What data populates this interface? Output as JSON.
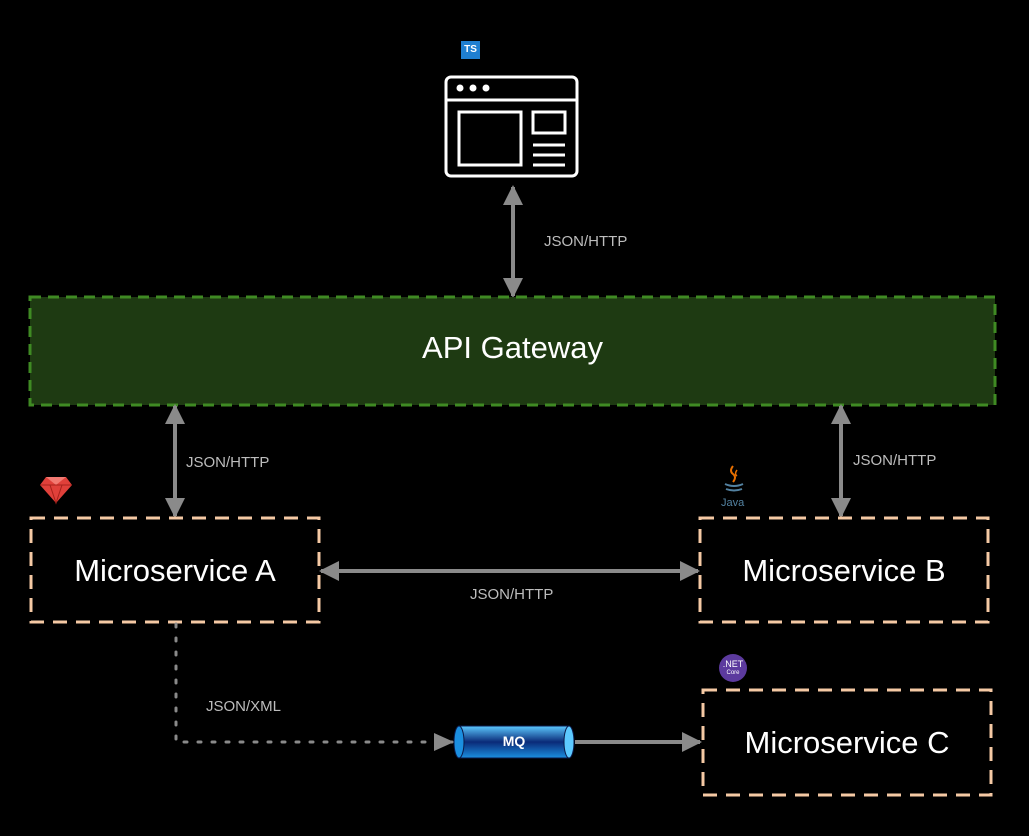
{
  "client": {
    "badge": "TS",
    "icon": "browser-window-icon",
    "link_label": "JSON/HTTP"
  },
  "gateway": {
    "title": "API Gateway",
    "fill": "#1e3a12",
    "border": "#3f8a23"
  },
  "microservices": [
    {
      "title": "Microservice A",
      "tech_icon": "ruby-icon",
      "tech_label": ""
    },
    {
      "title": "Microservice B",
      "tech_icon": "java-icon",
      "tech_label": "Java"
    },
    {
      "title": "Microservice C",
      "tech_icon": "dotnet-core-icon",
      "tech_label": ".NET",
      "tech_sublabel": "Core"
    }
  ],
  "links": {
    "gateway_to_a": "JSON/HTTP",
    "gateway_to_b": "JSON/HTTP",
    "a_to_b": "JSON/HTTP",
    "a_to_mq": "JSON/XML"
  },
  "queue": {
    "label": "MQ"
  },
  "colors": {
    "background": "#000000",
    "service_border": "#f5c9a4",
    "arrow": "#8a8a8a",
    "ts_badge": "#1f7fd1",
    "ruby": "#e0403a",
    "dotnet": "#5c3a9e",
    "mq": "#1aa3e8"
  }
}
